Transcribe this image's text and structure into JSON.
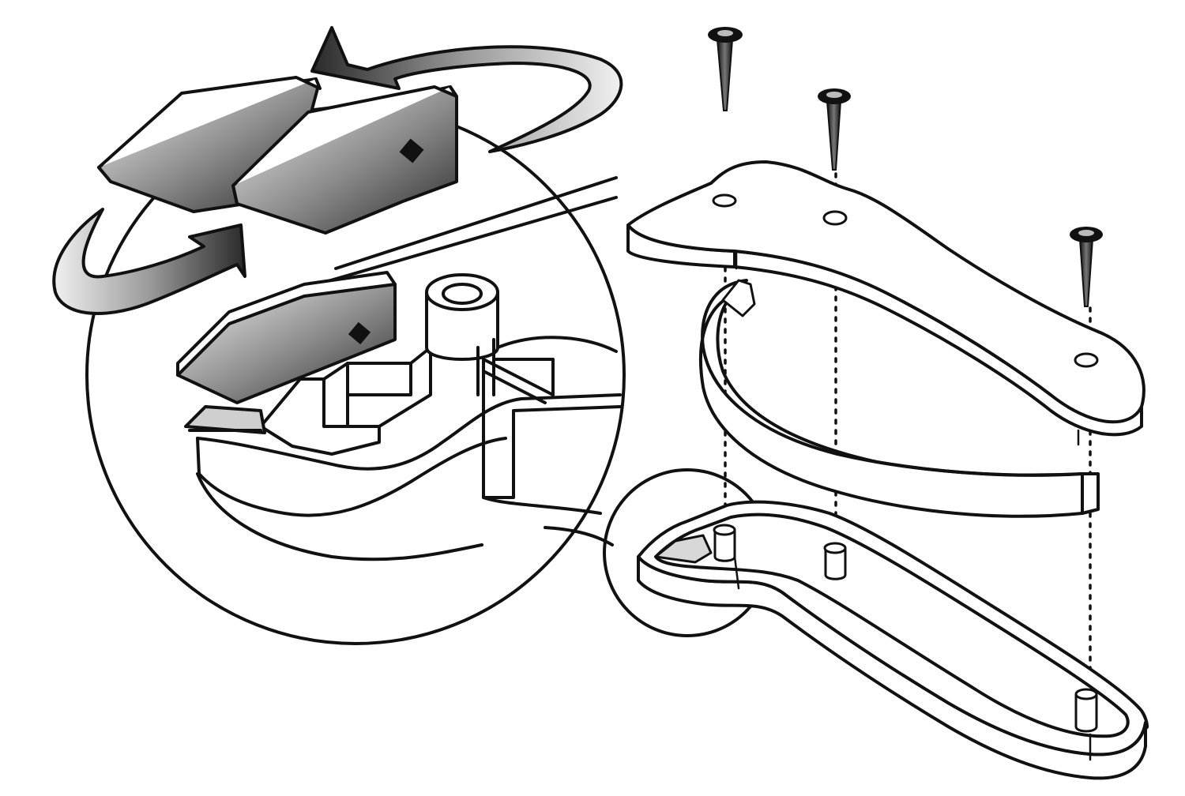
{
  "figure": {
    "kind": "assembly-illustration",
    "palette": {
      "line": "#111111",
      "background": "#ffffff",
      "shade_light": "#f2f2f2",
      "shade_dark": "#2a2a2a"
    },
    "parts": {
      "screws": 3,
      "blades_in_detail_view": 3,
      "rotation_arrows": 2,
      "detail_circles": 2,
      "alignment_guides": 3
    }
  }
}
